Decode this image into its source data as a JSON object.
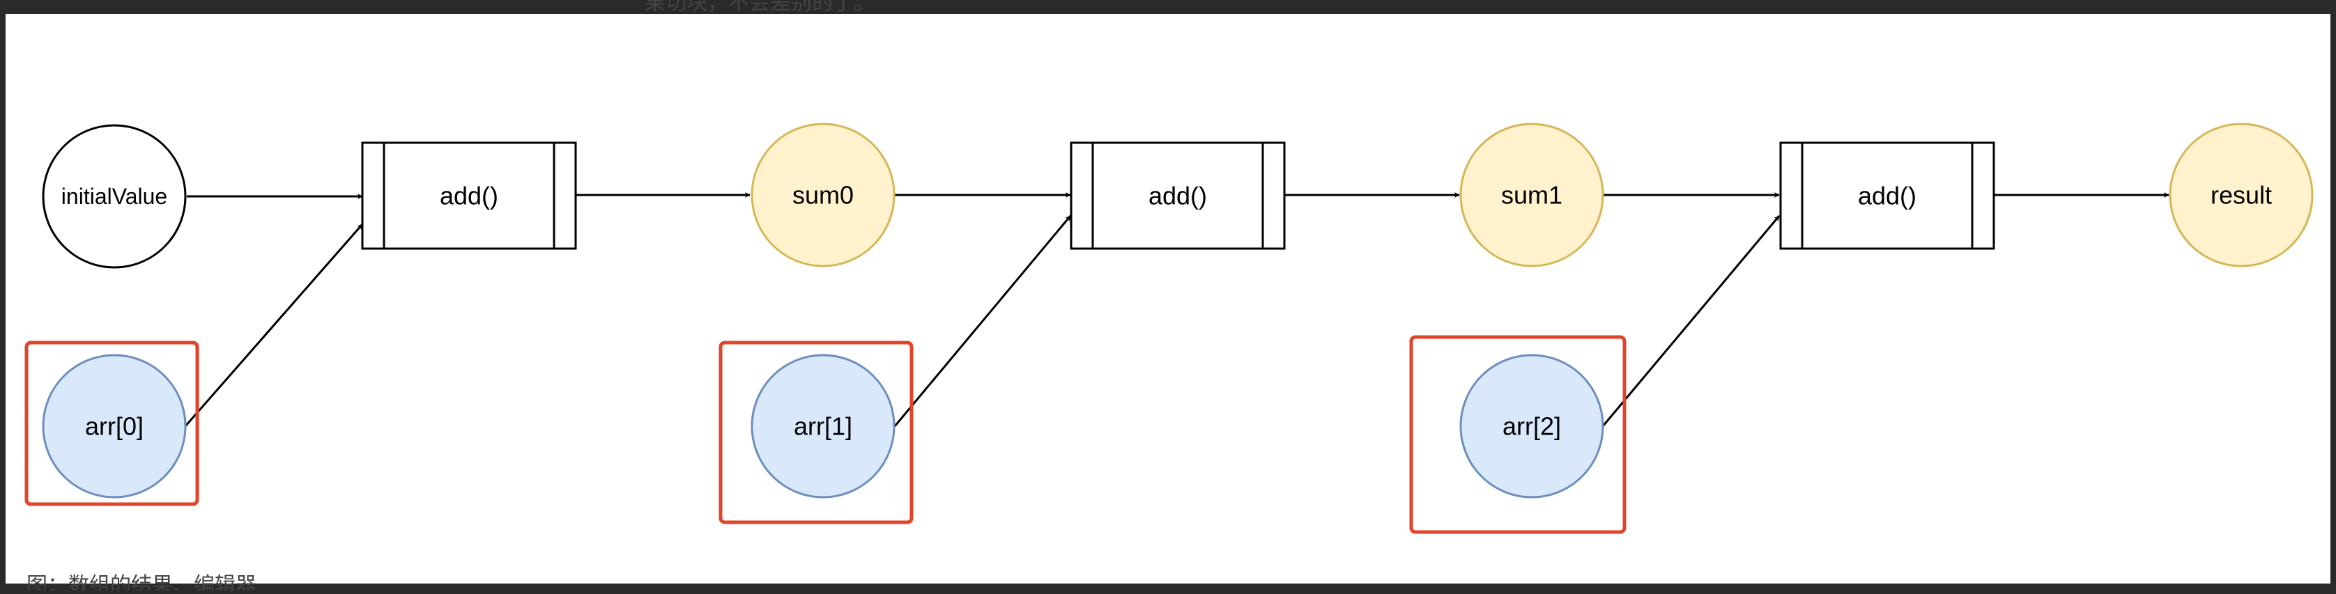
{
  "page": {
    "top_partial_text": "果切块，不会差别的了。",
    "bottom_partial_text": "图：数组的结果、编辑器"
  },
  "diagram": {
    "colors": {
      "canvas": "#ffffff",
      "frame": "#2a2a2a",
      "stroke": "#000000",
      "sum_fill": "#fff2cc",
      "sum_stroke": "#d6b656",
      "arr_fill": "#dae8fc",
      "arr_stroke": "#6c8ebf",
      "highlight": "#e0442a"
    },
    "nodes": {
      "initial_value": "initialValue",
      "add_0": "add()",
      "sum0": "sum0",
      "add_1": "add()",
      "sum1": "sum1",
      "add_2": "add()",
      "result": "result",
      "arr0": "arr[0]",
      "arr1": "arr[1]",
      "arr2": "arr[2]"
    }
  }
}
